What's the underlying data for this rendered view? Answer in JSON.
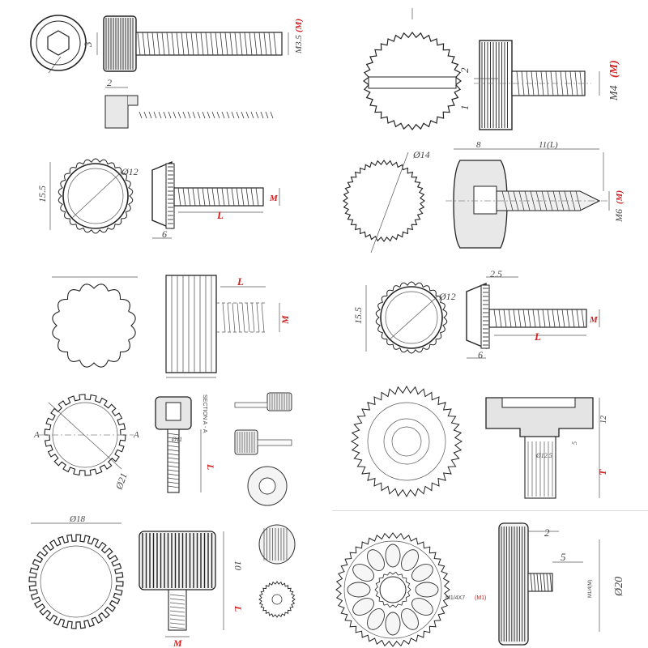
{
  "colors": {
    "line": "#222222",
    "dim": "#444444",
    "accent": "#d22020",
    "hatch": "#e8e8e8"
  },
  "panels": [
    {
      "id": "p1",
      "labels": {
        "d1": "3",
        "thread": "M3.5",
        "mark": "(M)",
        "d2": "2"
      }
    },
    {
      "id": "p2",
      "labels": {
        "d1": "2",
        "d2": "1",
        "thread": "M4",
        "mark": "(M)"
      }
    },
    {
      "id": "p3",
      "labels": {
        "h": "15.5",
        "dia": "Ø12",
        "len": "L",
        "m": "M",
        "d": "6"
      }
    },
    {
      "id": "p4",
      "labels": {
        "dia": "Ø14",
        "top": "8",
        "top2": "11(L)",
        "thread": "M6",
        "mark": "(M)"
      }
    },
    {
      "id": "p5",
      "labels": {
        "len": "L",
        "m": "M"
      }
    },
    {
      "id": "p6",
      "labels": {
        "h": "15.5",
        "dia": "Ø12",
        "len": "L",
        "m": "M",
        "d": "6",
        "top": "2.5"
      }
    },
    {
      "id": "p7",
      "labels": {
        "a1": "A",
        "a2": "A",
        "dia": "Ø21",
        "section": "SECTION A - A",
        "d1": "Ø11",
        "len": "L"
      }
    },
    {
      "id": "p8",
      "labels": {
        "h": "12",
        "dia": "Ø12.5",
        "d": "5",
        "len": "T"
      }
    },
    {
      "id": "p9",
      "labels": {
        "dia": "Ø18",
        "h": "10",
        "len": "L",
        "m": "M"
      }
    },
    {
      "id": "p10",
      "labels": {
        "thread": "M1/4X7",
        "mark": "(M1)",
        "d1": "2",
        "d2": "5",
        "dia": "Ø20",
        "m": "M1/4(M)"
      }
    }
  ]
}
